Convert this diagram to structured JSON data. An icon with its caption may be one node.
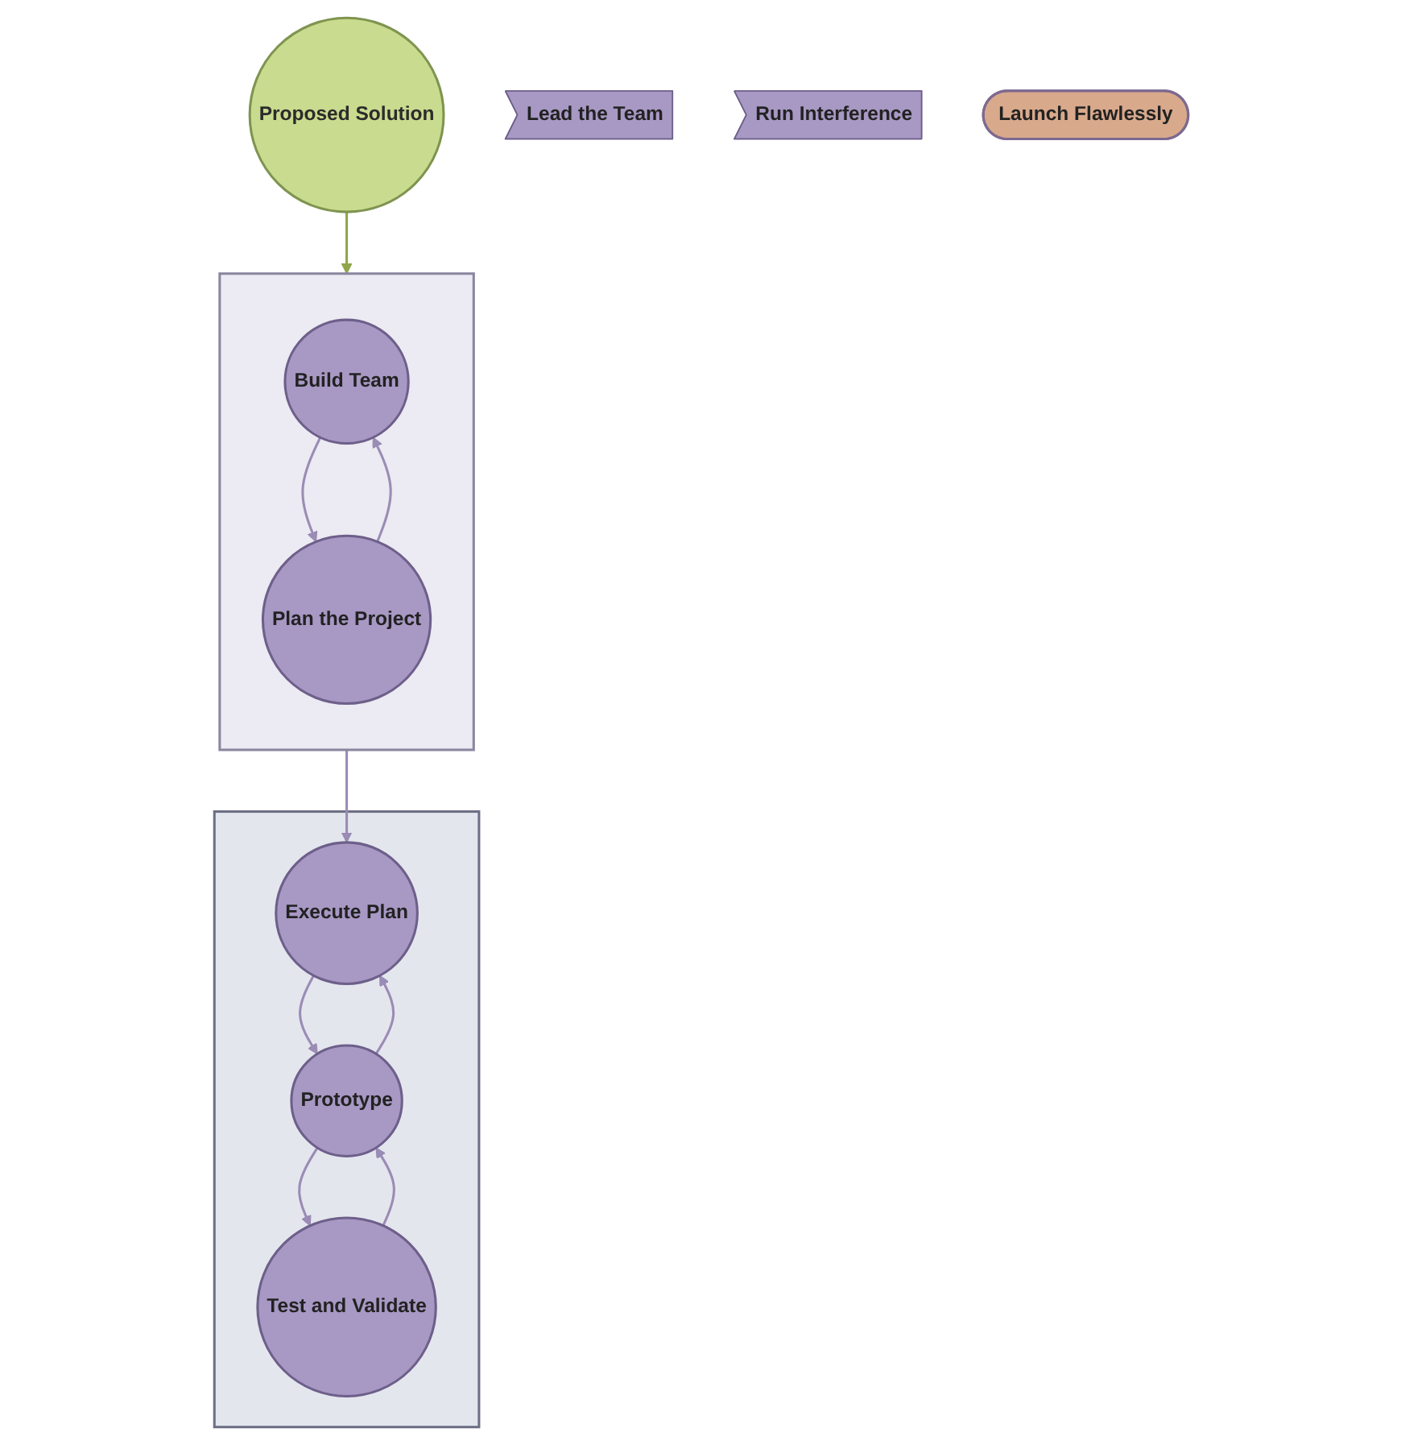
{
  "diagram": {
    "nodes": [
      {
        "text": [
          "Proposed Solution"
        ]
      },
      {
        "text": [],
        "shape": "ellipse"
      },
      {
        "text": [
          "Build Team"
        ],
        "in": 1
      },
      {
        "text": [
          "Plan the Project"
        ],
        "in": 1
      },
      {
        "text": [],
        "shape": "triangle"
      },
      {
        "text": [
          "Execute Plan"
        ],
        "in": 4
      },
      {
        "text": [
          "Prototype"
        ],
        "in": 4
      },
      {
        "text": [
          "Test and Validate"
        ],
        "in": 4
      },
      {
        "text": [
          "Lead the Team"
        ]
      },
      {
        "text": [
          "Run Interference"
        ]
      },
      {
        "text": [
          "Launch Flawlessly"
        ]
      }
    ],
    "edges": [
      {
        "from": 0,
        "to": 1,
        "arrow": "to",
        "color": "#8fa64a"
      },
      {
        "from": 2,
        "to": 3,
        "arrow": "to"
      },
      {
        "from": 3,
        "to": 2,
        "arrow": "to"
      },
      {
        "from": 1,
        "to": 5,
        "arrow": "to"
      },
      {
        "from": 5,
        "to": 6,
        "arrow": "to"
      },
      {
        "from": 6,
        "to": 7,
        "arrow": "to"
      },
      {
        "from": 7,
        "to": 6,
        "arrow": "to"
      },
      {
        "from": 6,
        "to": 5,
        "arrow": "to"
      }
    ]
  }
}
